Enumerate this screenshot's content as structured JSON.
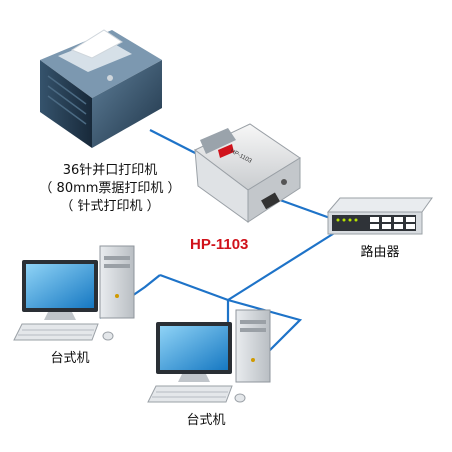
{
  "printer": {
    "line1": "36针并口打印机",
    "line2": "（ 80mm票据打印机 ）",
    "line3": "（ 针式打印机 ）"
  },
  "print_server": {
    "model": "HP-1103",
    "device_text": "HP-1103"
  },
  "router": {
    "label": "路由器"
  },
  "desktop_1": {
    "label": "台式机"
  },
  "desktop_2": {
    "label": "台式机"
  },
  "colors": {
    "cable": "#1e73c8",
    "model_text": "#d0121b",
    "printer_body": "#2e4a63"
  }
}
